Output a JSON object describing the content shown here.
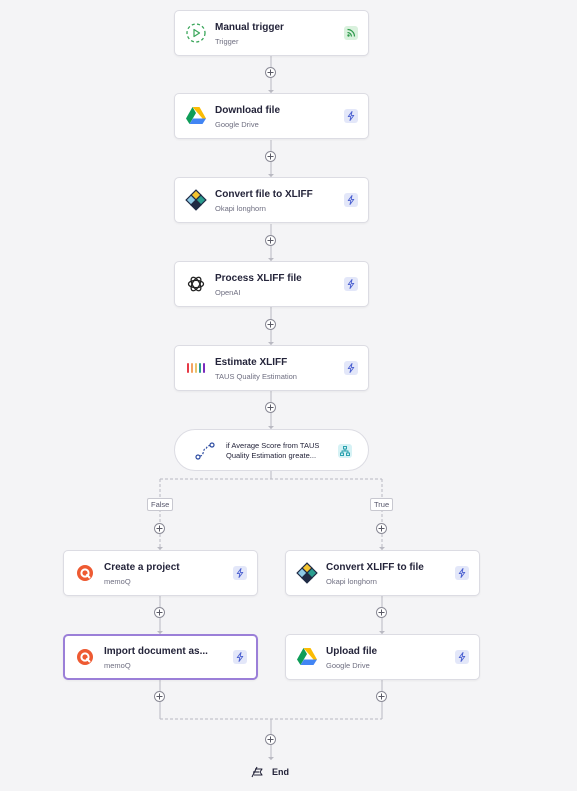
{
  "nodes": [
    {
      "title": "Manual trigger",
      "subtitle": "Trigger",
      "icon": "manual-trigger-icon",
      "badge": "trigger-signal-icon"
    },
    {
      "title": "Download file",
      "subtitle": "Google Drive",
      "icon": "google-drive-icon",
      "badge": "action-bolt-icon"
    },
    {
      "title": "Convert file to XLIFF",
      "subtitle": "Okapi longhorn",
      "icon": "okapi-longhorn-icon",
      "badge": "action-bolt-icon"
    },
    {
      "title": "Process XLIFF file",
      "subtitle": "OpenAI",
      "icon": "openai-icon",
      "badge": "action-bolt-icon"
    },
    {
      "title": "Estimate XLIFF",
      "subtitle": "TAUS Quality Estimation",
      "icon": "taus-icon",
      "badge": "action-bolt-icon"
    }
  ],
  "condition": {
    "text": "if Average Score from TAUS Quality Estimation greate...",
    "icon": "branch-route-icon",
    "badge": "condition-tree-icon"
  },
  "branches": {
    "false": {
      "label": "False",
      "nodes": [
        {
          "title": "Create a project",
          "subtitle": "memoQ",
          "icon": "memoq-icon",
          "badge": "action-bolt-icon"
        },
        {
          "title": "Import document as...",
          "subtitle": "memoQ",
          "icon": "memoq-icon",
          "badge": "action-bolt-icon",
          "selected": true
        }
      ]
    },
    "true": {
      "label": "True",
      "nodes": [
        {
          "title": "Convert XLIFF to file",
          "subtitle": "Okapi longhorn",
          "icon": "okapi-longhorn-icon",
          "badge": "action-bolt-icon"
        },
        {
          "title": "Upload file",
          "subtitle": "Google Drive",
          "icon": "google-drive-icon",
          "badge": "action-bolt-icon"
        }
      ]
    }
  },
  "end": {
    "label": "End",
    "icon": "end-flag-icon"
  },
  "colors": {
    "selected_border": "#9b7fd8",
    "action_badge": "#e3e7f9",
    "trigger_badge": "#d9f1dd",
    "condition_badge": "#d6f2f5"
  }
}
